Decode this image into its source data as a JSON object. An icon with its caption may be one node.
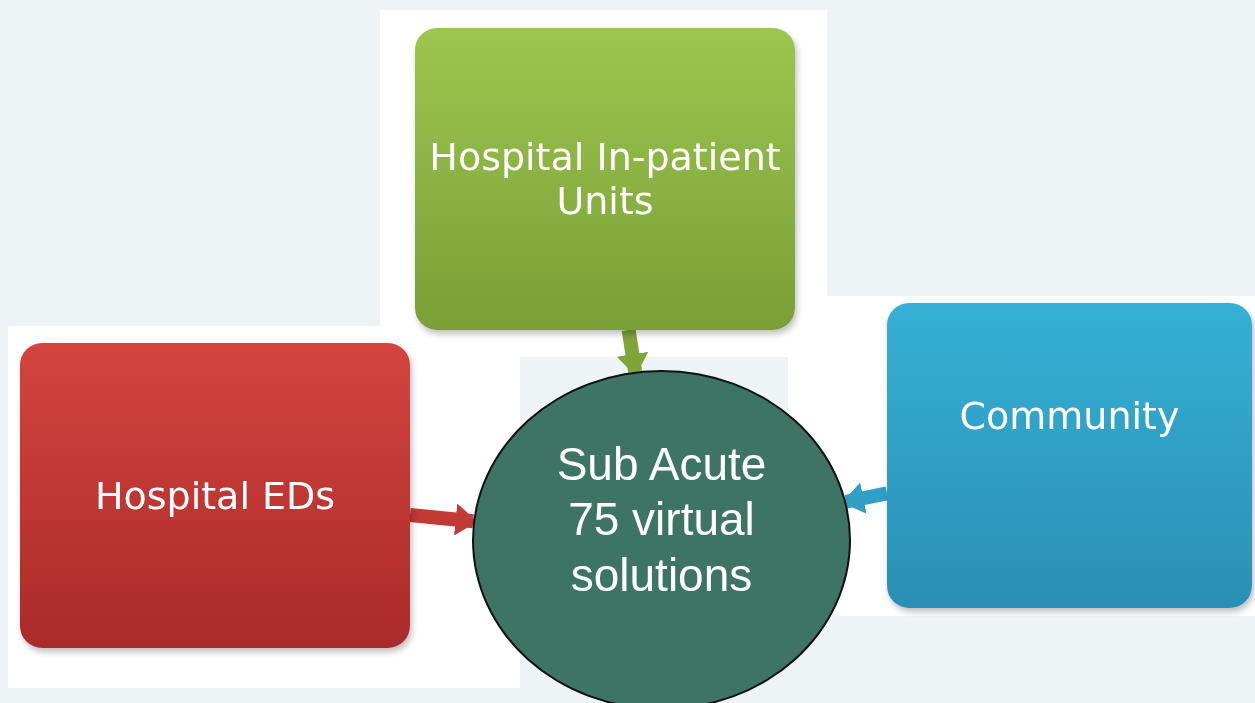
{
  "diagram": {
    "nodes": [
      {
        "text": [
          "Hospital In-patient Units"
        ]
      },
      {
        "text": [
          "Hospital EDs"
        ]
      },
      {
        "text": [
          "Community"
        ]
      },
      {
        "text": [
          "Sub Acute 75 virtual solutions"
        ]
      }
    ],
    "edges": [
      {
        "from": 0,
        "to": 3,
        "arrow": "to",
        "color": "#7ea43a"
      },
      {
        "from": 1,
        "to": 3,
        "arrow": "to",
        "color": "#c23a36"
      },
      {
        "from": 2,
        "to": 3,
        "arrow": "to",
        "color": "#2f9fc6"
      }
    ]
  }
}
